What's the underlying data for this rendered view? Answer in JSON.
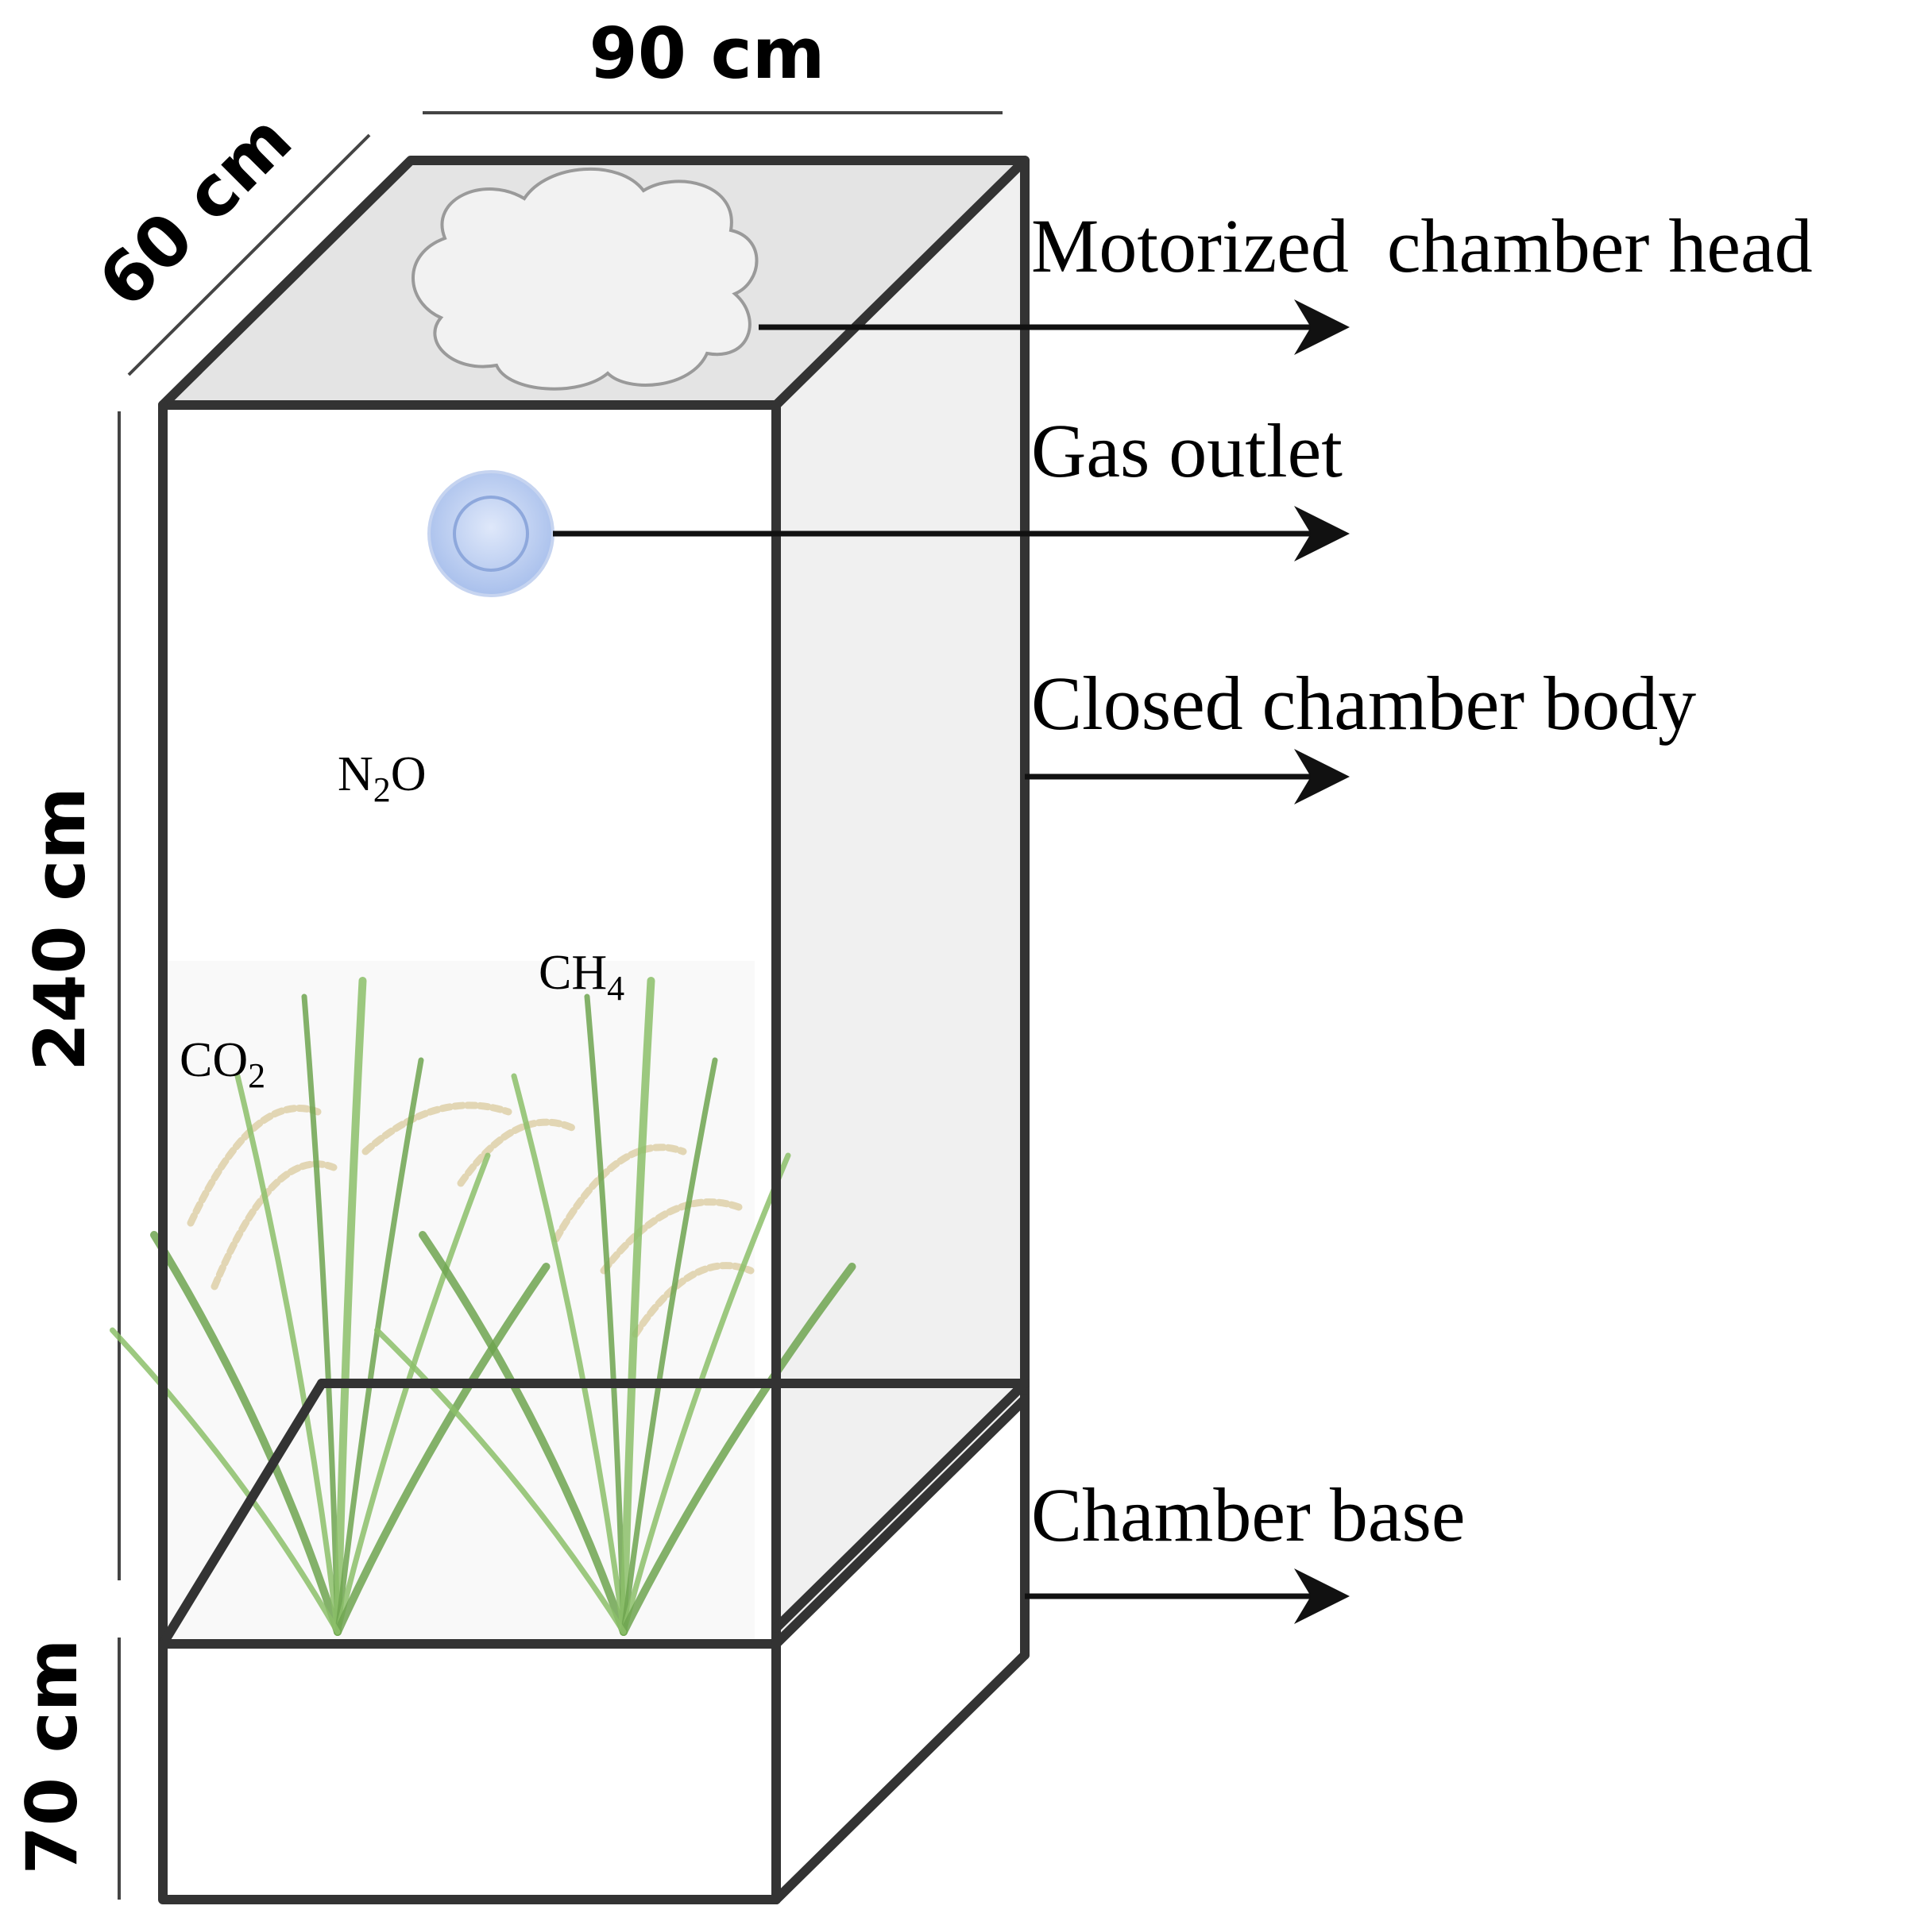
{
  "dimensions": {
    "width": "90 cm",
    "depth": "60 cm",
    "height": "240 cm",
    "base_height": "70 cm"
  },
  "callouts": {
    "chamber_head": "Motorized  chamber head",
    "gas_outlet": "Gas outlet",
    "chamber_body": "Closed chamber body",
    "chamber_base": "Chamber base"
  },
  "gases": {
    "n2o": {
      "main": "N",
      "sub": "2",
      "tail": "O"
    },
    "ch4": {
      "main": "CH",
      "sub": "4"
    },
    "co2": {
      "main": "CO",
      "sub": "2"
    }
  },
  "colors": {
    "outline": "#333333",
    "top_face": "#e4e4e4",
    "side_face": "#f0f0f0",
    "plant_area": "#f9f9f9",
    "leaf_green": "#8cc06a",
    "leaf_green_dark": "#6ea450",
    "grain": "#dfd2ac",
    "outlet_blue": "#b9cdf0",
    "outlet_blue_stroke": "#8ea8dc"
  }
}
